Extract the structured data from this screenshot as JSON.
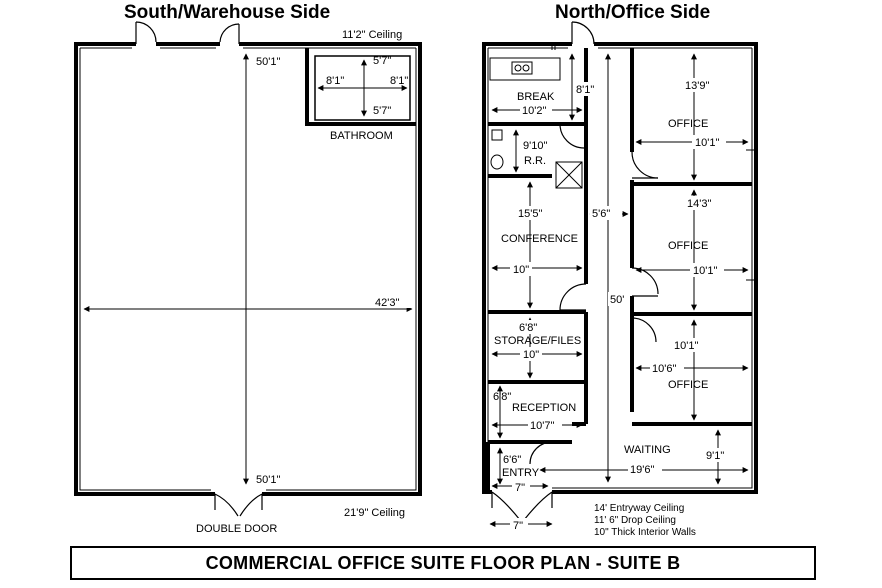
{
  "headers": {
    "south": "South/Warehouse Side",
    "north": "North/Office Side"
  },
  "title": "COMMERCIAL OFFICE SUITE FLOOR PLAN - SUITE B",
  "south": {
    "ceiling_top": "11'2\" Ceiling",
    "ceiling_bottom": "21'9\" Ceiling",
    "length_top": "50'1\"",
    "length_bottom": "50'1\"",
    "width": "42'3\"",
    "bathroom_label": "BATHROOM",
    "bath_dim_top": "5'7\"",
    "bath_dim_bottom": "5'7\"",
    "bath_dim_left": "8'1\"",
    "bath_dim_right": "8'1\"",
    "double_door": "DOUBLE DOOR"
  },
  "north": {
    "break_label": "BREAK",
    "break_width": "10'2\"",
    "break_depth": "8'1\"",
    "rr_label": "R.R.",
    "rr_dim": "9'10\"",
    "conference_label": "CONFERENCE",
    "conference_depth": "15'5\"",
    "conference_width": "10\"",
    "storage_label": "STORAGE/FILES",
    "storage_depth": "6'8\"",
    "storage_width": "10\"",
    "reception_label": "RECEPTION",
    "reception_depth": "6'8\"",
    "reception_width": "10'7\"",
    "entry_label": "ENTRY",
    "entry_depth": "6'6\"",
    "entry_width": "7\"",
    "entry_width_outside": "7\"",
    "hall_width": "5'6\"",
    "hall_length": "50'",
    "office1_label": "OFFICE",
    "office1_depth": "13'9\"",
    "office1_width": "10'1\"",
    "office2_label": "OFFICE",
    "office2_depth": "14'3\"",
    "office2_width": "10'1\"",
    "office3_label": "OFFICE",
    "office3_depth": "10'1\"",
    "office3_width": "10'6\"",
    "waiting_label": "WAITING",
    "waiting_depth": "9'1\"",
    "waiting_width": "19'6\"",
    "note_entry_ceiling": "14' Entryway Ceiling",
    "note_drop_ceiling": "11' 6\" Drop Ceiling",
    "note_walls": "10\" Thick Interior Walls"
  }
}
